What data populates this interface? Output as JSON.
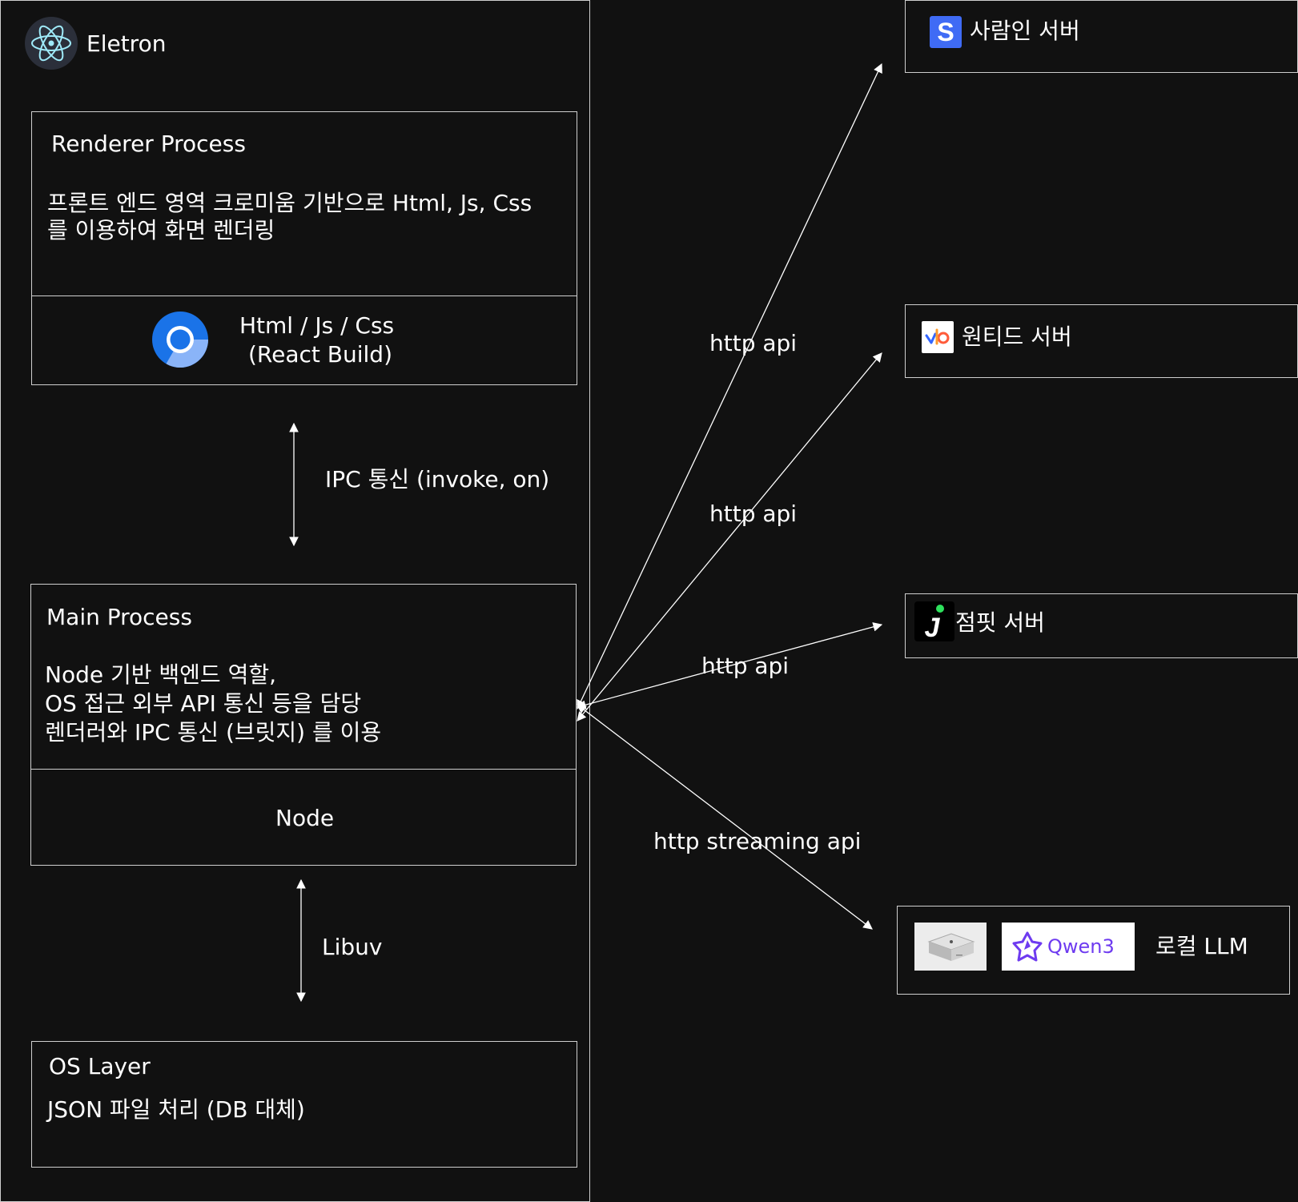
{
  "electron": {
    "title": "Eletron",
    "logo_icon": "electron-atom-icon"
  },
  "renderer": {
    "title": "Renderer Process",
    "desc_line1": "프론트 엔드 영역 크로미움 기반으로 Html, Js, Css",
    "desc_line2": "를 이용하여 화면 렌더링",
    "tech_line1": "Html / Js / Css",
    "tech_line2": "(React Build)",
    "tech_icon": "chromium-icon"
  },
  "ipc": {
    "label": "IPC 통신 (invoke, on)"
  },
  "main": {
    "title": "Main Process",
    "desc_line1": "Node 기반 백엔드 역할,",
    "desc_line2": "OS 접근 외부 API 통신 등을 담당",
    "desc_line3": "렌더러와 IPC 통신 (브릿지) 를 이용",
    "runtime": "Node"
  },
  "libuv": {
    "label": "Libuv"
  },
  "os": {
    "title": "OS Layer",
    "desc": "JSON 파일 처리 (DB 대체)"
  },
  "servers": [
    {
      "name": "사람인 서버",
      "icon": "saramin-s-icon",
      "edge_label": "http api"
    },
    {
      "name": "원티드 서버",
      "icon": "wanted-icon",
      "edge_label": "http api"
    },
    {
      "name": "점핏 서버",
      "icon": "jumpit-j-icon",
      "edge_label": "http api"
    },
    {
      "name": "로컬 LLM",
      "icon": "mac-mini-icon",
      "logo_text": "Qwen3",
      "edge_label": "http streaming api"
    }
  ],
  "colors": {
    "background": "#111111",
    "border": "#cfcfcf",
    "saramin_blue": "#3f6bf5",
    "chromium_blue": "#1a73e8",
    "qwen_purple": "#6e3bf0",
    "jumpit_green": "#2ee05c"
  }
}
